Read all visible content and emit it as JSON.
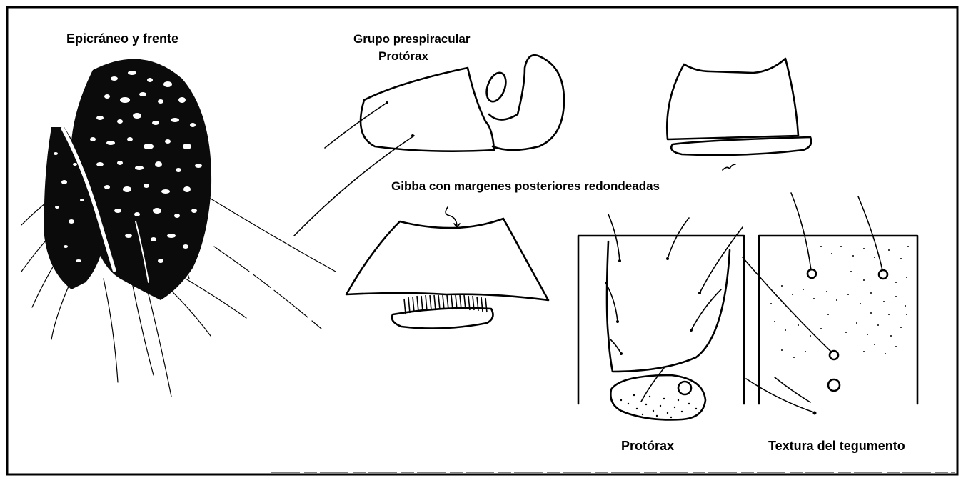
{
  "labels": {
    "epicraneo": "Epicráneo y frente",
    "grupo_line1": "Grupo prespiracular",
    "grupo_line2": "Protórax",
    "gibba": "Gibba con margenes posteriores redondeadas",
    "protorax": "Protórax",
    "textura": "Textura del tegumento"
  },
  "colors": {
    "ink": "#000000",
    "paper": "#ffffff"
  }
}
